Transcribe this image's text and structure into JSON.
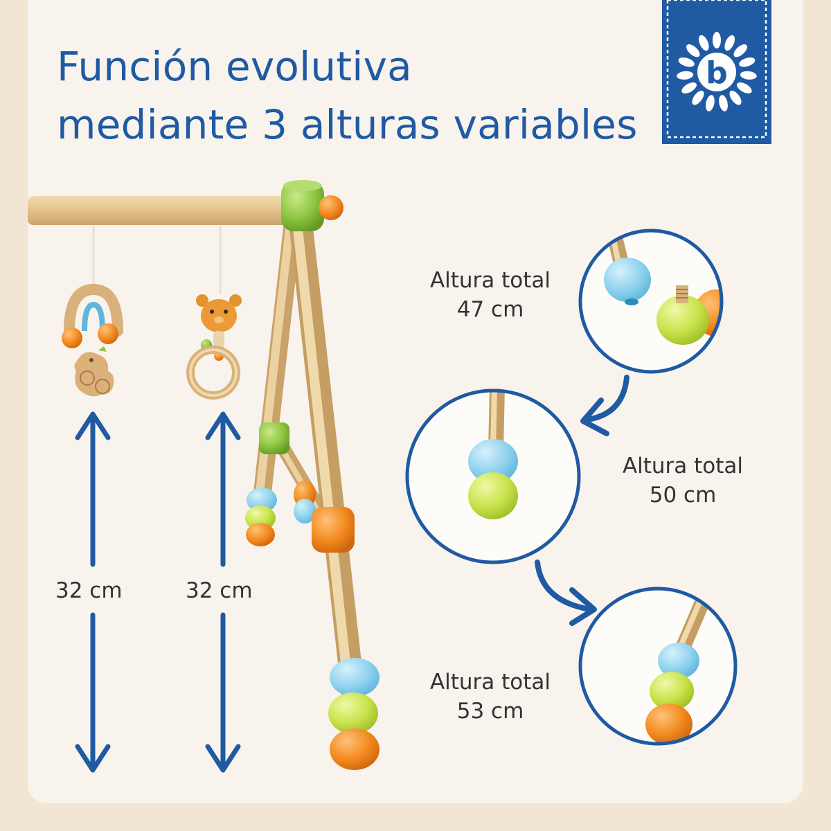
{
  "title": {
    "line1": "Función evolutiva",
    "line2": "mediante 3 alturas variables"
  },
  "brand": {
    "logo_letter": "b",
    "color": "#1f5aa3"
  },
  "measurements": [
    {
      "label": "32 cm"
    },
    {
      "label": "32 cm"
    }
  ],
  "heights": [
    {
      "label": "Altura total",
      "value": "47 cm"
    },
    {
      "label": "Altura total",
      "value": "50 cm"
    },
    {
      "label": "Altura total",
      "value": "53 cm"
    }
  ],
  "colors": {
    "accent_blue": "#1f5aa3",
    "wood": "#e6c691",
    "bead_blue": "#8fd2ee",
    "bead_lime": "#c8e24a",
    "bead_orange": "#f28a1e",
    "bead_green": "#8cc63f"
  }
}
